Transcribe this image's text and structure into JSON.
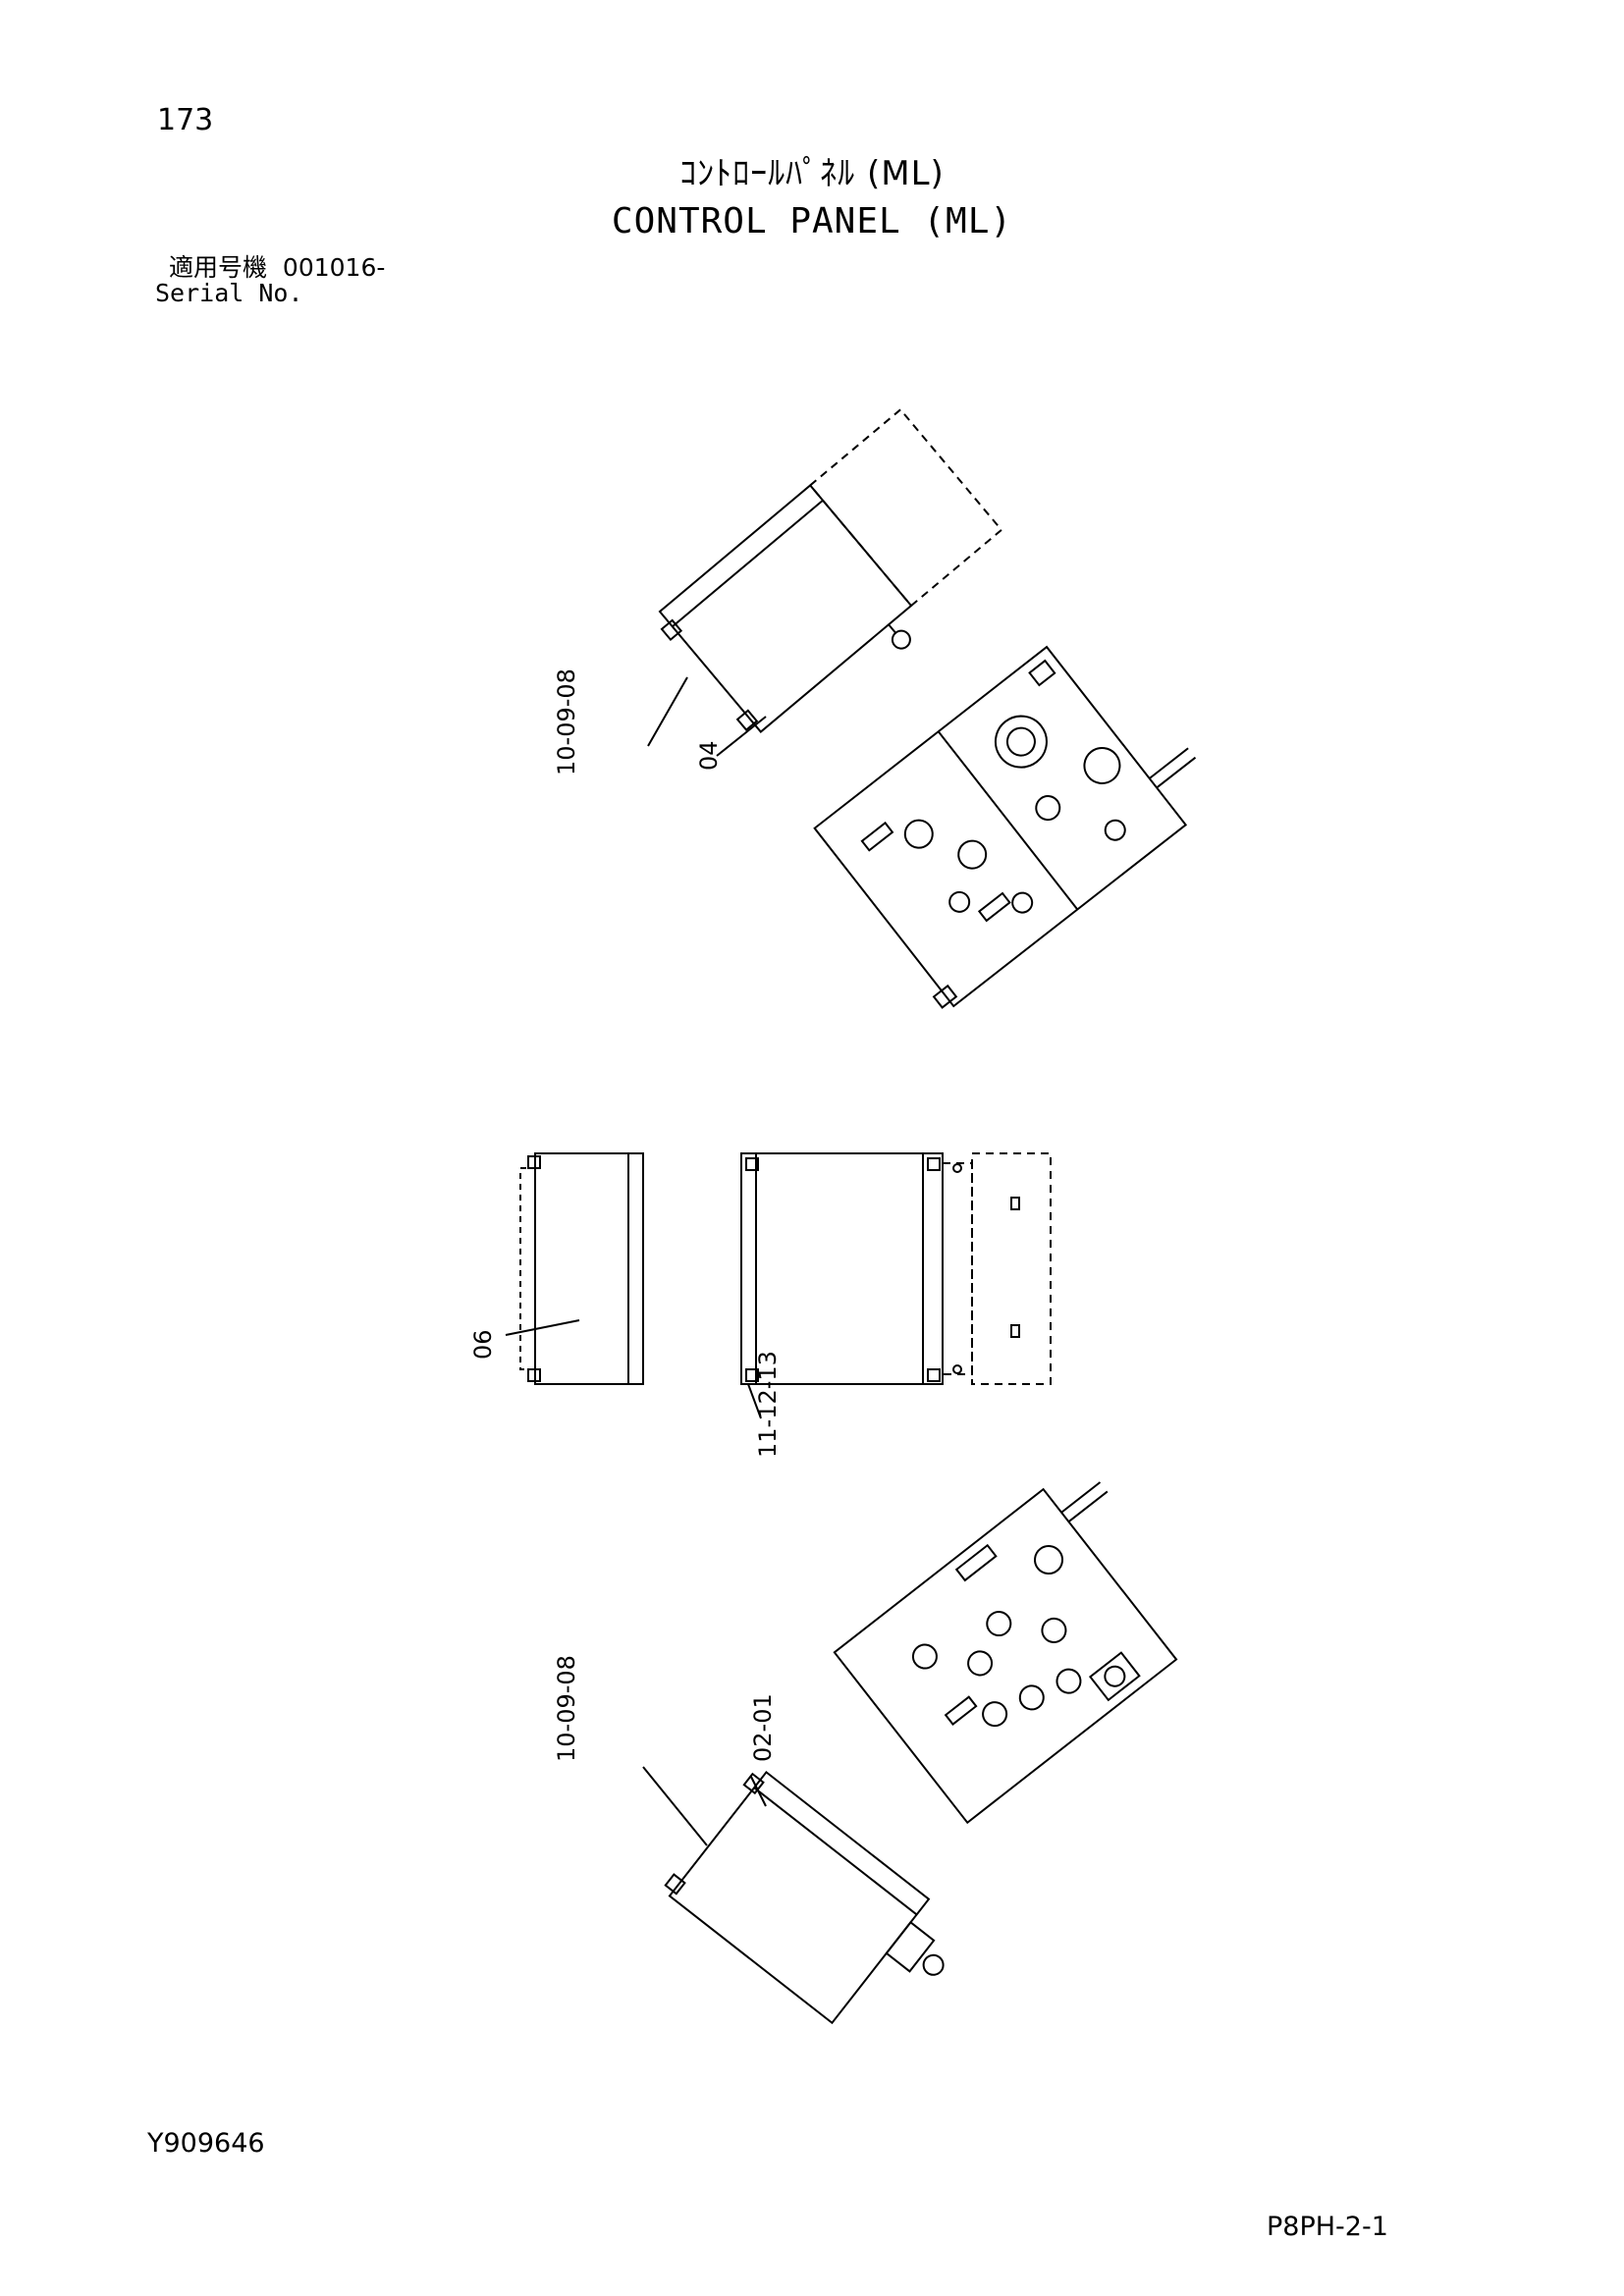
{
  "header": {
    "page_number": "173",
    "title_jp": "ｺﾝﾄﾛｰﾙﾊﾟﾈﾙ (ML)",
    "title_en": "CONTROL PANEL (ML)",
    "serial_label_jp": "適用号機",
    "serial_value": "001016-",
    "serial_label_en": "Serial No."
  },
  "callouts": {
    "top_left": "10-09-08",
    "top_mid": "04",
    "middle_left": "06",
    "middle_bottom": "11-12-13",
    "bottom_left": "10-09-08",
    "bottom_mid": "02-01"
  },
  "footer": {
    "drawing_code": "Y909646",
    "page_code": "P8PH-2-1"
  }
}
